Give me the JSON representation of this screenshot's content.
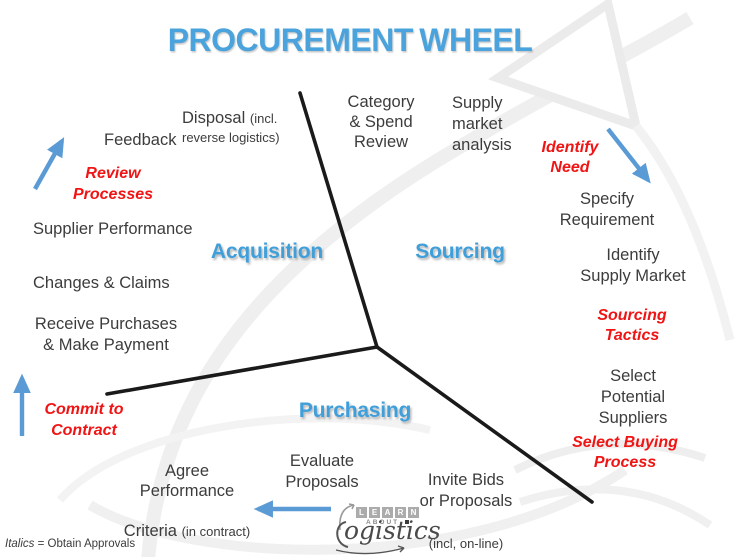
{
  "title": "PROCUREMENT WHEEL",
  "colors": {
    "title_blue": "#4AA3DC",
    "section_blue": "#3F9FDB",
    "approval_red": "#F01414",
    "arrow_blue": "#5B9BD5",
    "text_gray": "#3C3C3C",
    "spoke_black": "#1A1A1A"
  },
  "sections": {
    "acquisition": "Acquisition",
    "sourcing": "Sourcing",
    "purchasing": "Purchasing"
  },
  "steps": {
    "disposal_main": "Disposal ",
    "disposal_incl": "(incl.",
    "disposal_line2": "reverse logistics)",
    "category_spend": "Category\n& Spend\nReview",
    "supply_market": "Supply\nmarket\nanalysis",
    "specify_requirement": "Specify\nRequirement",
    "identify_supply_market": "Identify\nSupply Market",
    "select_potential_suppliers": "Select Potential\nSuppliers",
    "invite_bids": "Invite Bids\nor Proposals",
    "invite_bids_note": "(incl, on-line)",
    "evaluate_proposals": "Evaluate\nProposals",
    "agree_performance": "Agree\nPerformance",
    "agree_criteria": "Criteria ",
    "agree_criteria_note": "(in contract)",
    "receive_purchases": "Receive Purchases\n& Make Payment",
    "changes_claims": "Changes & Claims",
    "supplier_performance": "Supplier Performance",
    "feedback": "Feedback"
  },
  "approval_steps": {
    "identify_need": "Identify\nNeed",
    "sourcing_tactics": "Sourcing\nTactics",
    "select_buying_process": "Select Buying\nProcess",
    "commit_to_contract": "Commit to\nContract",
    "review_processes": "Review\nProcesses"
  },
  "footnote": {
    "italics_word": "Italics",
    "text": " = Obtain Approvals"
  },
  "logo": {
    "learn_letters": [
      "L",
      "E",
      "A",
      "R",
      "N"
    ],
    "about": "ABOUT",
    "script": "ogistics"
  }
}
